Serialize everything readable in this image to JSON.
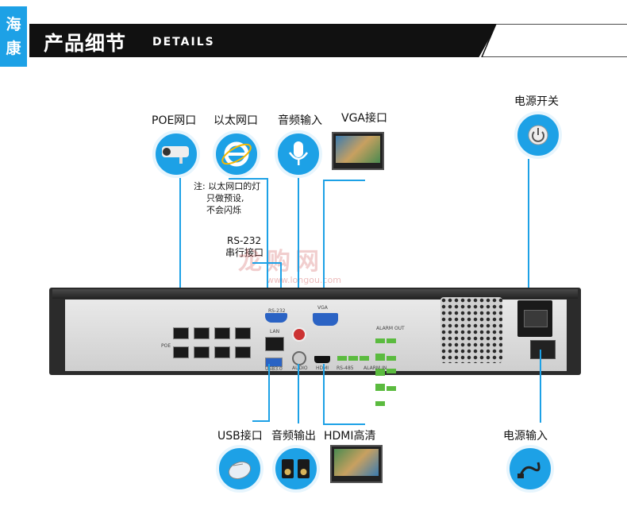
{
  "header": {
    "brand_line1": "海",
    "brand_line2": "康",
    "title": "产品细节",
    "subtitle": "DETAILS"
  },
  "labels": {
    "poe": "POE网口",
    "ethernet": "以太网口",
    "audio_in": "音频输入",
    "vga": "VGA接口",
    "power_switch": "电源开关",
    "note_line1": "注: 以太网口的灯",
    "note_line2": "只做预设,",
    "note_line3": "不会闪烁",
    "rs232_line1": "RS-232",
    "rs232_line2": "串行接口",
    "usb": "USB接口",
    "audio_out": "音频输出",
    "hdmi": "HDMI高清",
    "power_in": "电源输入"
  },
  "watermark": {
    "text": "龙购网",
    "url": "www.longou.com"
  },
  "device": {
    "poe_label": "POE",
    "lan_label": "LAN",
    "rs232_label": "RS-232",
    "vga_label": "VGA",
    "usb_label": "USB3.0",
    "audio_label": "AUDIO",
    "hdmi_label": "HDMI",
    "rs485_label": "RS-485",
    "alarm_out_label": "ALARM OUT",
    "alarm_in_label": "ALARM IN"
  },
  "colors": {
    "accent": "#1da1e6",
    "header_bg": "#111111"
  },
  "icons": [
    "camera-icon",
    "ie-icon",
    "microphone-icon",
    "monitor-icon",
    "power-icon",
    "mouse-icon",
    "speakers-icon",
    "power-cable-icon"
  ]
}
